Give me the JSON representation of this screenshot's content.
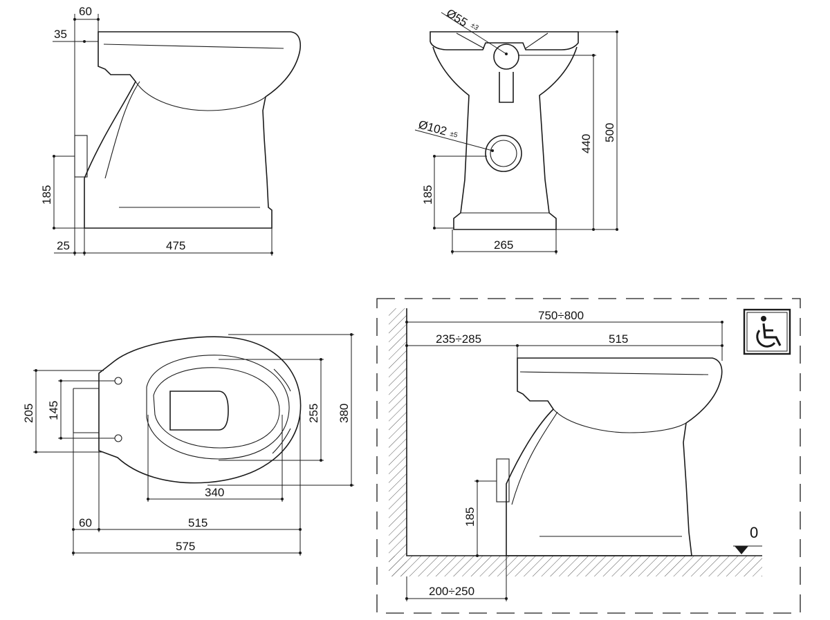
{
  "side_view": {
    "dim_top": "60",
    "dim_rim": "35",
    "dim_outlet_height": "185",
    "dim_foot_offset": "25",
    "dim_length": "475"
  },
  "front_view": {
    "dim_inlet": "Ø55",
    "dim_inlet_tol": "±3",
    "dim_outlet": "Ø102",
    "dim_outlet_tol": "±5",
    "dim_outlet_height": "185",
    "dim_inlet_height": "440",
    "dim_total_height": "500",
    "dim_base_width": "265"
  },
  "top_view": {
    "dim_hinge_outer": "205",
    "dim_hinge_inner": "145",
    "dim_bowl_inner": "255",
    "dim_total_width": "380",
    "dim_bowl_length": "340",
    "dim_rear": "60",
    "dim_length": "515",
    "dim_total_length": "575"
  },
  "installation_view": {
    "dim_space": "750÷800",
    "dim_wall_gap": "235÷285",
    "dim_length": "515",
    "dim_outlet_height": "185",
    "floor_level": "0",
    "dim_outlet_distance": "200÷250",
    "accessibility_icon": "wheelchair-icon"
  }
}
